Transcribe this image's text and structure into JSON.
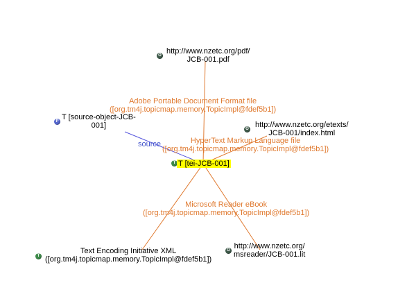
{
  "colors": {
    "occurrence_edge": "#e07a30",
    "role_edge": "#5555dd",
    "focus_highlight": "#ffff00",
    "occurrence_icon": "#3f5a4a",
    "topic_icon": "#3e8a4a",
    "player_icon": "#5566cc"
  },
  "icons": {
    "occurrence": "O",
    "topic": "T",
    "player": "P"
  },
  "center_topic": {
    "label": "T [tei-JCB-001]"
  },
  "nodes": {
    "pdf": {
      "line1": "http://www.nzetc.org/pdf/",
      "line2": "JCB-001.pdf"
    },
    "html": {
      "line1": "http://www.nzetc.org/etexts/",
      "line2": "JCB-001/index.html"
    },
    "lit": {
      "line1": "http://www.nzetc.org/",
      "line2": "msreader/JCB-001.lit"
    },
    "source_object": {
      "line1": "T [source-object-JCB-",
      "line2": "001]"
    },
    "tei_xml": {
      "line1": "Text Encoding Initiative XML",
      "line2": "([org.tm4j.topicmap.memory.TopicImpl@fdef5b1])"
    }
  },
  "edges": {
    "pdf": {
      "line1": "Adobe Portable Document Format file",
      "line2": "([org.tm4j.topicmap.memory.TopicImpl@fdef5b1])"
    },
    "html": {
      "line1": "HyperText Markup Language file",
      "line2": "([org.tm4j.topicmap.memory.TopicImpl@fdef5b1])"
    },
    "lit": {
      "line1": "Microsoft Reader eBook",
      "line2": "([org.tm4j.topicmap.memory.TopicImpl@fdef5b1])"
    },
    "source_role": "source"
  }
}
